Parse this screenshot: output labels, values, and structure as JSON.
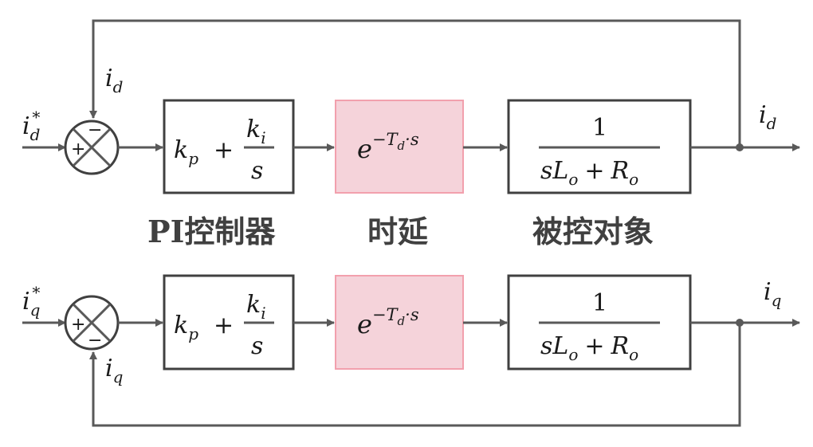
{
  "colors": {
    "line": "#595959",
    "delay_fill": "#f5d3da",
    "delay_border": "#f2a0ad",
    "text": "#1a1a1a"
  },
  "d_loop": {
    "input": "i",
    "input_sub": "d",
    "input_sup": "*",
    "feedback": "i",
    "feedback_sub": "d",
    "output": "i",
    "output_sub": "d",
    "sum_top_sign": "−",
    "sum_left_sign": "+"
  },
  "q_loop": {
    "input": "i",
    "input_sub": "q",
    "input_sup": "*",
    "feedback": "i",
    "feedback_sub": "q",
    "output": "i",
    "output_sub": "q",
    "sum_left_sign": "+",
    "sum_bottom_sign": "−"
  },
  "pi_block": {
    "kp": "k",
    "kp_sub": "p",
    "plus": "+",
    "ki": "k",
    "ki_sub": "i",
    "s": "s"
  },
  "delay_block": {
    "base": "e",
    "exponent": "−T",
    "exponent_sub": "d",
    "exponent_tail": "·s"
  },
  "plant_block": {
    "numerator": "1",
    "den_s": "s",
    "den_L": "L",
    "den_L_sub": "o",
    "den_plus": "+",
    "den_R": "R",
    "den_R_sub": "o"
  },
  "labels": {
    "pi": "PI控制器",
    "delay": "时延",
    "plant": "被控对象"
  }
}
